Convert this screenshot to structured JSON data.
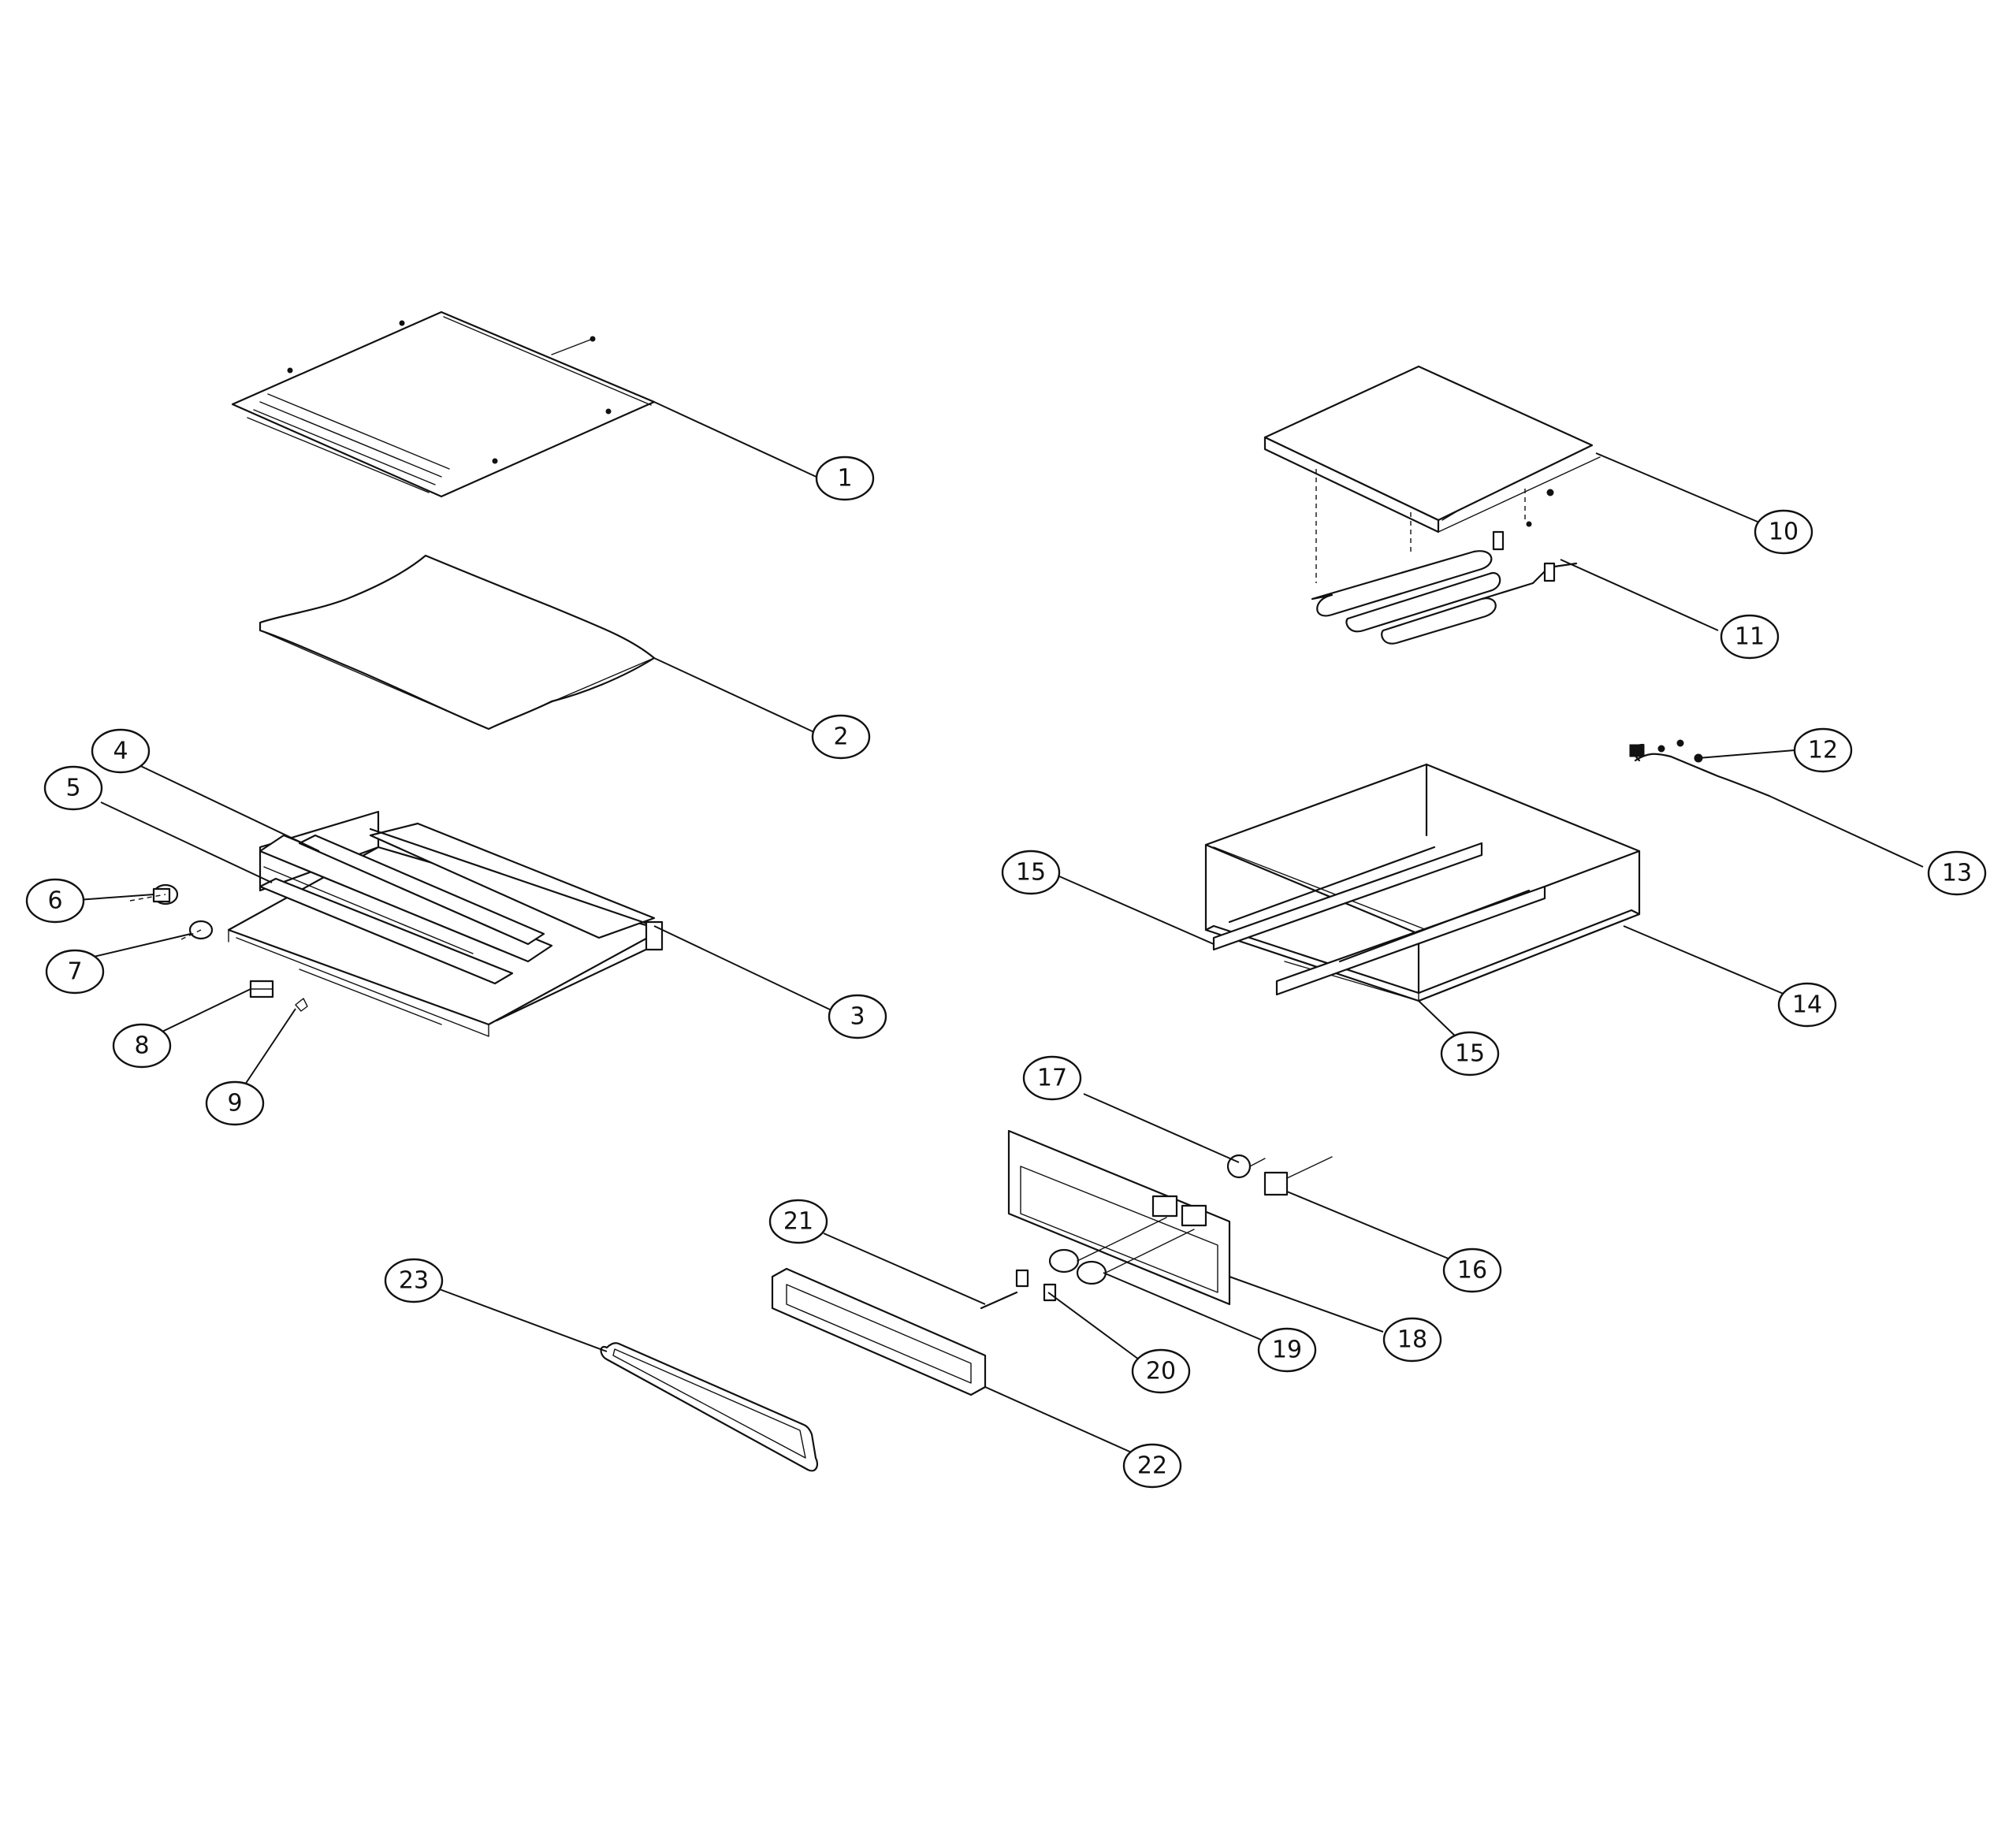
{
  "callouts": [
    {
      "id": "c1",
      "label": "1"
    },
    {
      "id": "c2",
      "label": "2"
    },
    {
      "id": "c3",
      "label": "3"
    },
    {
      "id": "c4",
      "label": "4"
    },
    {
      "id": "c5",
      "label": "5"
    },
    {
      "id": "c6",
      "label": "6"
    },
    {
      "id": "c7",
      "label": "7"
    },
    {
      "id": "c8",
      "label": "8"
    },
    {
      "id": "c9",
      "label": "9"
    },
    {
      "id": "c10",
      "label": "10"
    },
    {
      "id": "c11",
      "label": "11"
    },
    {
      "id": "c12",
      "label": "12"
    },
    {
      "id": "c13",
      "label": "13"
    },
    {
      "id": "c14",
      "label": "14"
    },
    {
      "id": "c15a",
      "label": "15"
    },
    {
      "id": "c15b",
      "label": "15"
    },
    {
      "id": "c16",
      "label": "16"
    },
    {
      "id": "c17",
      "label": "17"
    },
    {
      "id": "c18",
      "label": "18"
    },
    {
      "id": "c19",
      "label": "19"
    },
    {
      "id": "c20",
      "label": "20"
    },
    {
      "id": "c21",
      "label": "21"
    },
    {
      "id": "c22",
      "label": "22"
    },
    {
      "id": "c23",
      "label": "23"
    }
  ]
}
